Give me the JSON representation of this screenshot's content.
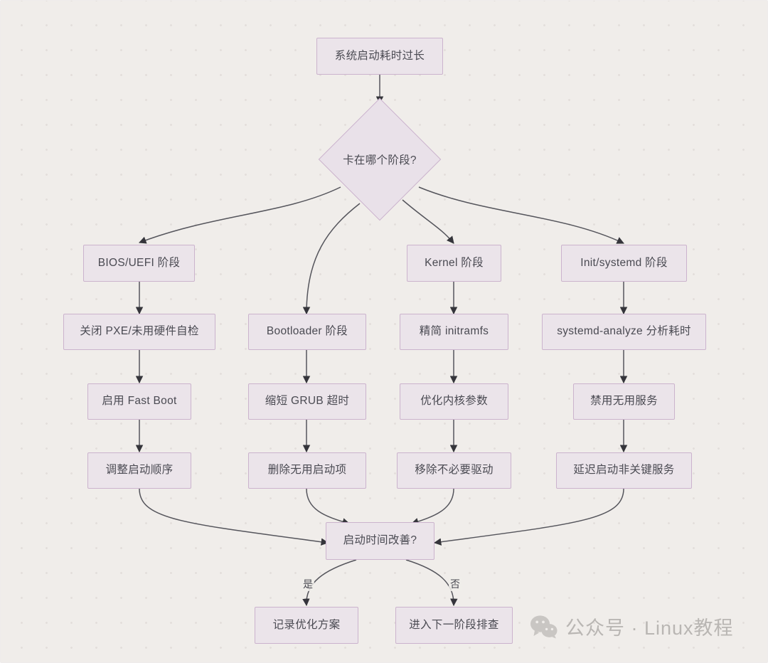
{
  "diagram": {
    "type": "flowchart",
    "title_node": "系统启动耗时过长",
    "root": {
      "label": "系统启动耗时过长"
    },
    "decision_top": {
      "label": "卡在哪个阶段?"
    },
    "branches": [
      {
        "stage_label": "BIOS/UEFI 阶段",
        "steps": [
          "关闭 PXE/未用硬件自检",
          "启用 Fast Boot",
          "调整启动顺序"
        ]
      },
      {
        "stage_label": "Bootloader 阶段",
        "steps": [
          "缩短 GRUB 超时",
          "删除无用启动项"
        ]
      },
      {
        "stage_label": "Kernel 阶段",
        "steps": [
          "精简 initramfs",
          "优化内核参数",
          "移除不必要驱动"
        ]
      },
      {
        "stage_label": "Init/systemd 阶段",
        "steps": [
          "systemd-analyze 分析耗时",
          "禁用无用服务",
          "延迟启动非关键服务"
        ]
      }
    ],
    "decision_bottom": {
      "label": "启动时间改善?"
    },
    "outcomes": [
      {
        "edge_label": "是",
        "label": "记录优化方案"
      },
      {
        "edge_label": "否",
        "label": "进入下一阶段排查"
      }
    ],
    "colors": {
      "canvas_bg": "#f0edea",
      "dot": "#e3dedb",
      "node_fill": "#ebe4ea",
      "node_border": "#cbb3cd",
      "text": "#4a4a52",
      "edge": "#3f3f45",
      "watermark": "#b9b6b3"
    }
  },
  "watermark": {
    "icon": "wechat-icon",
    "text": "公众号 · Linux教程"
  }
}
